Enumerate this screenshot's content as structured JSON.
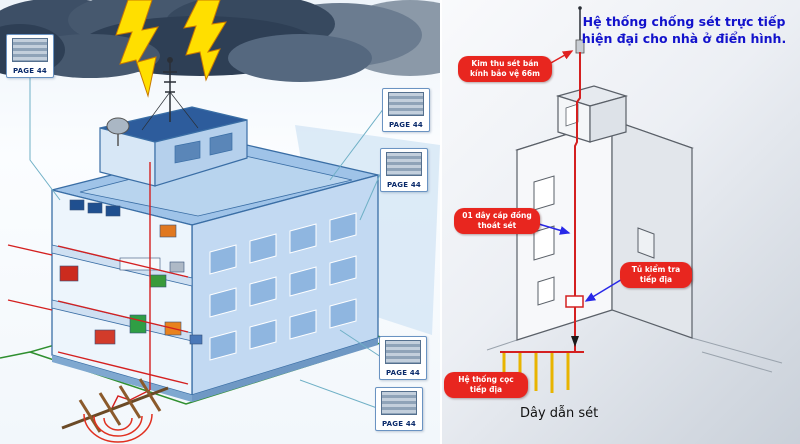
{
  "left_panel": {
    "badge_label": "PAGE 44"
  },
  "right_panel": {
    "title": "Hệ thống chống sét trực tiếp hiện đại cho nhà ở điển hình.",
    "callouts": {
      "air_terminal": "Kim thu sét bán kính bảo vệ 66m",
      "down_cable": "01 dây cáp đồng thoát sét",
      "test_box": "Tủ kiểm tra tiếp địa",
      "electrodes": "Hệ thống cọc tiếp địa"
    },
    "caption": "Dây dẫn sét",
    "colors": {
      "callout_red": "#e8261f",
      "title_blue": "#1212cc",
      "cable_red": "#d42020",
      "electrode_yellow": "#e8b400"
    }
  }
}
